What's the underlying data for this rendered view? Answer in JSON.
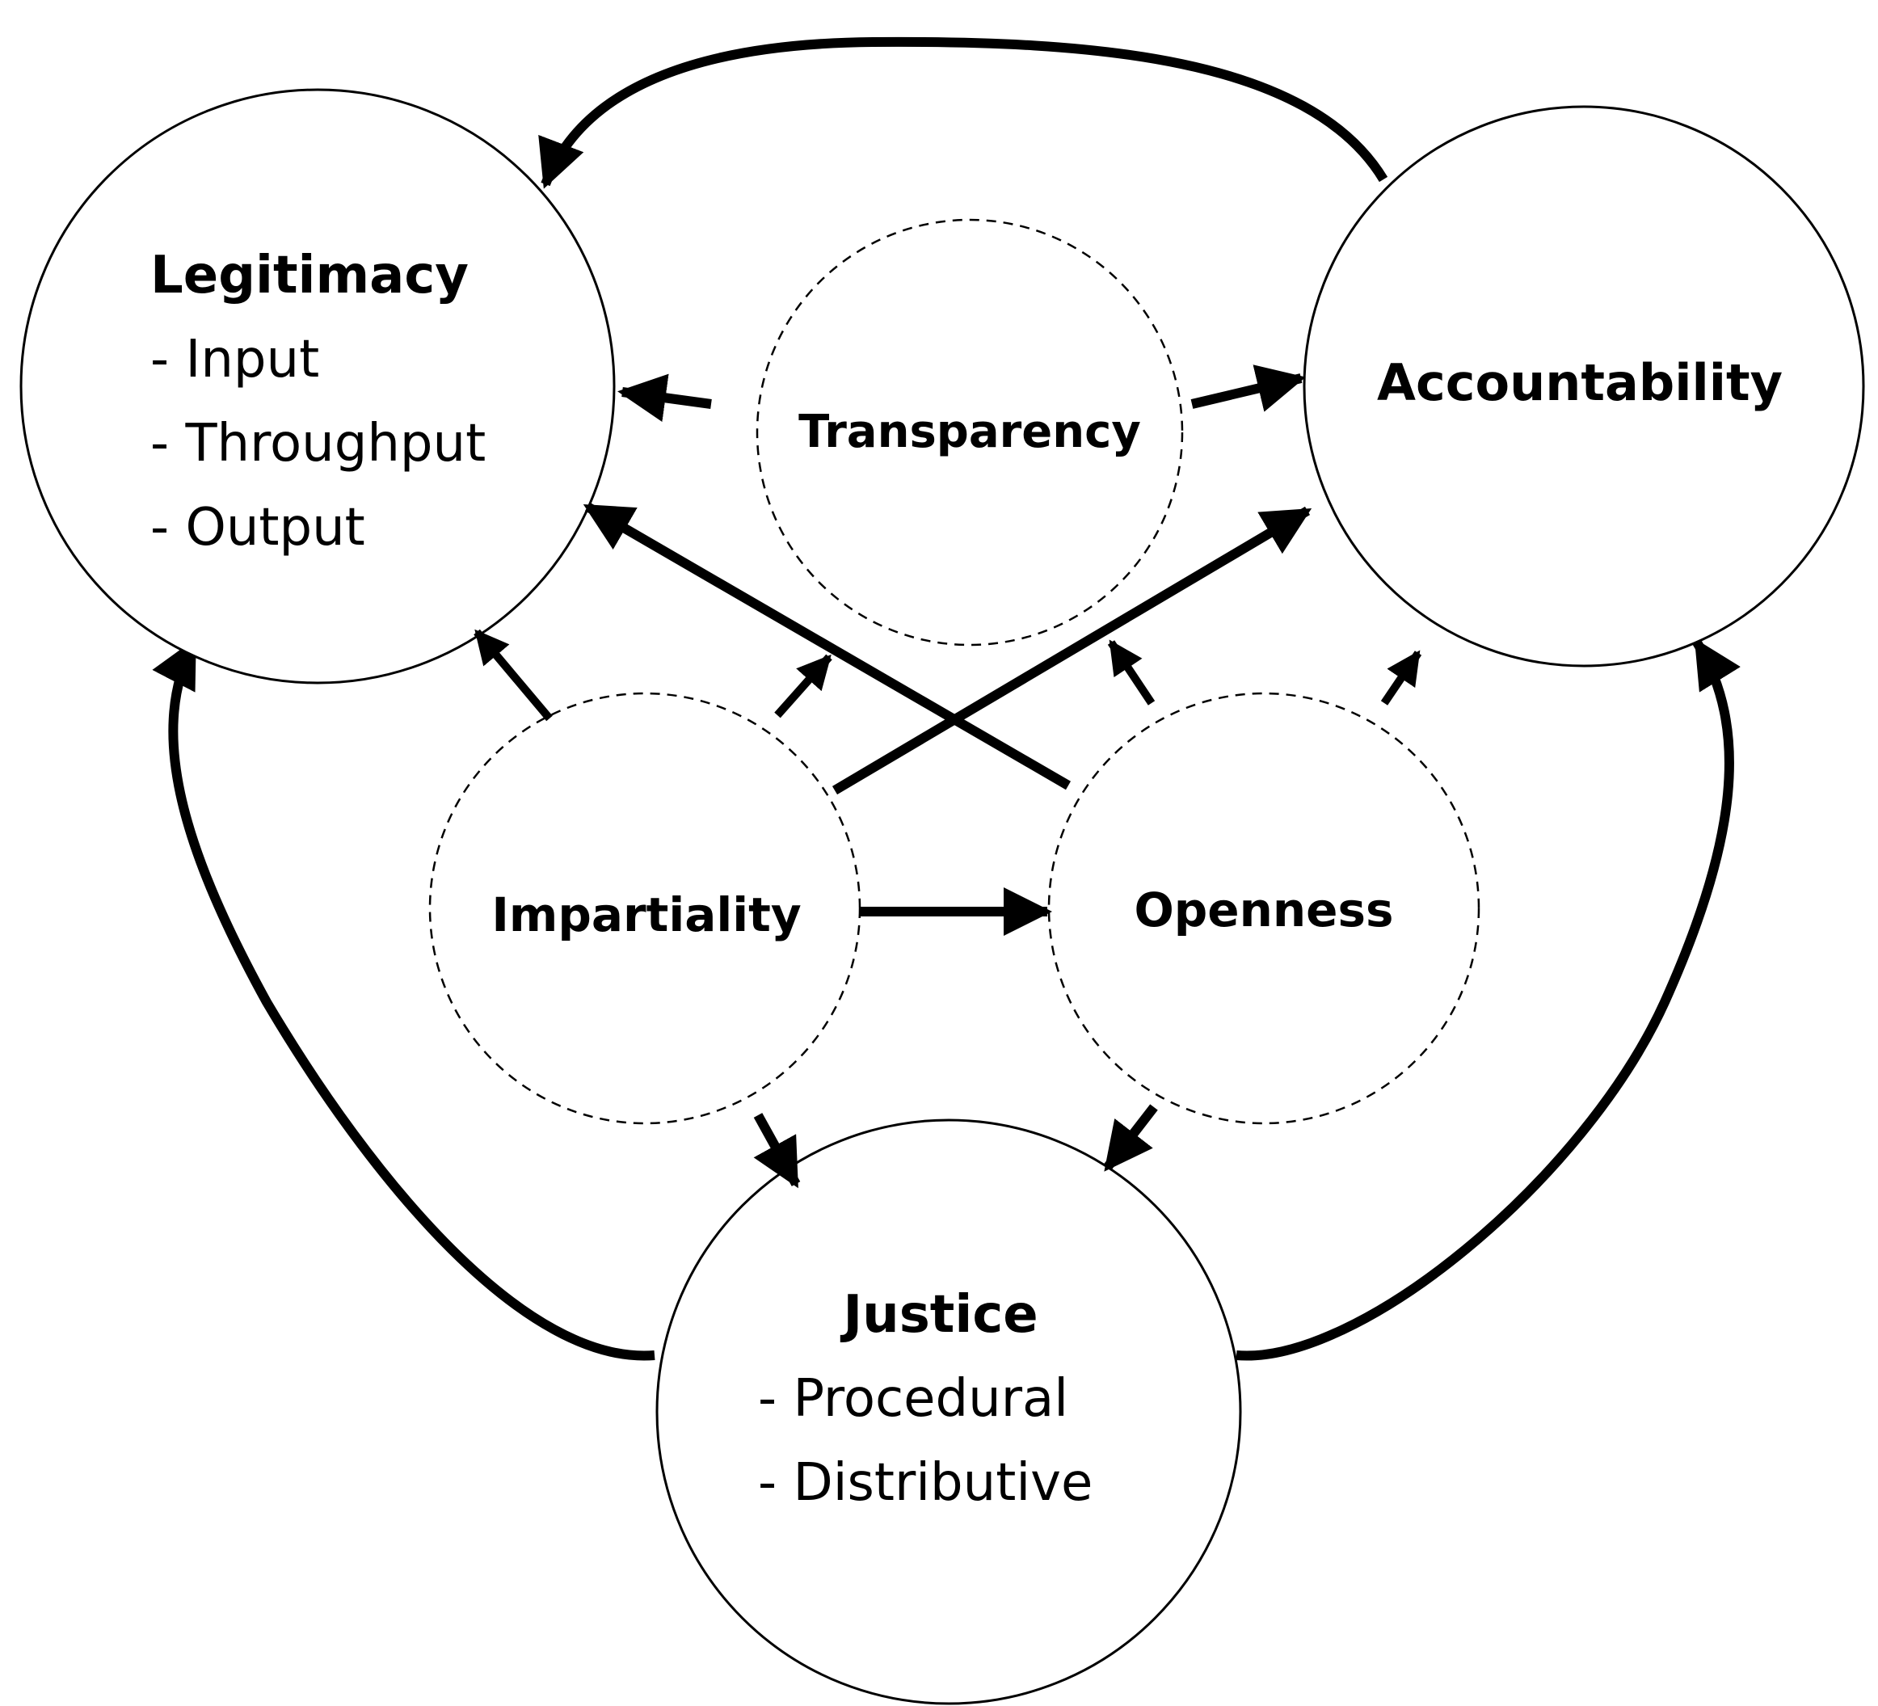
{
  "diagram": {
    "nodes": {
      "legitimacy": {
        "title": "Legitimacy",
        "items": [
          "- Input",
          "- Throughput",
          "- Output"
        ]
      },
      "accountability": {
        "title": "Accountability"
      },
      "justice": {
        "title": "Justice",
        "items": [
          "- Procedural",
          "- Distributive"
        ]
      },
      "transparency": {
        "title": "Transparency"
      },
      "impartiality": {
        "title": "Impartiality"
      },
      "openness": {
        "title": "Openness"
      }
    },
    "edges": [
      {
        "from": "accountability",
        "to": "legitimacy"
      },
      {
        "from": "justice",
        "to": "legitimacy"
      },
      {
        "from": "justice",
        "to": "accountability"
      },
      {
        "from": "transparency",
        "to": "legitimacy"
      },
      {
        "from": "transparency",
        "to": "accountability"
      },
      {
        "from": "impartiality",
        "to": "legitimacy"
      },
      {
        "from": "impartiality",
        "to": "transparency"
      },
      {
        "from": "impartiality",
        "to": "accountability"
      },
      {
        "from": "impartiality",
        "to": "openness"
      },
      {
        "from": "impartiality",
        "to": "justice"
      },
      {
        "from": "openness",
        "to": "legitimacy"
      },
      {
        "from": "openness",
        "to": "transparency"
      },
      {
        "from": "openness",
        "to": "accountability"
      },
      {
        "from": "openness",
        "to": "justice"
      }
    ],
    "colors": {
      "stroke": "#000000",
      "background": "#ffffff"
    }
  }
}
